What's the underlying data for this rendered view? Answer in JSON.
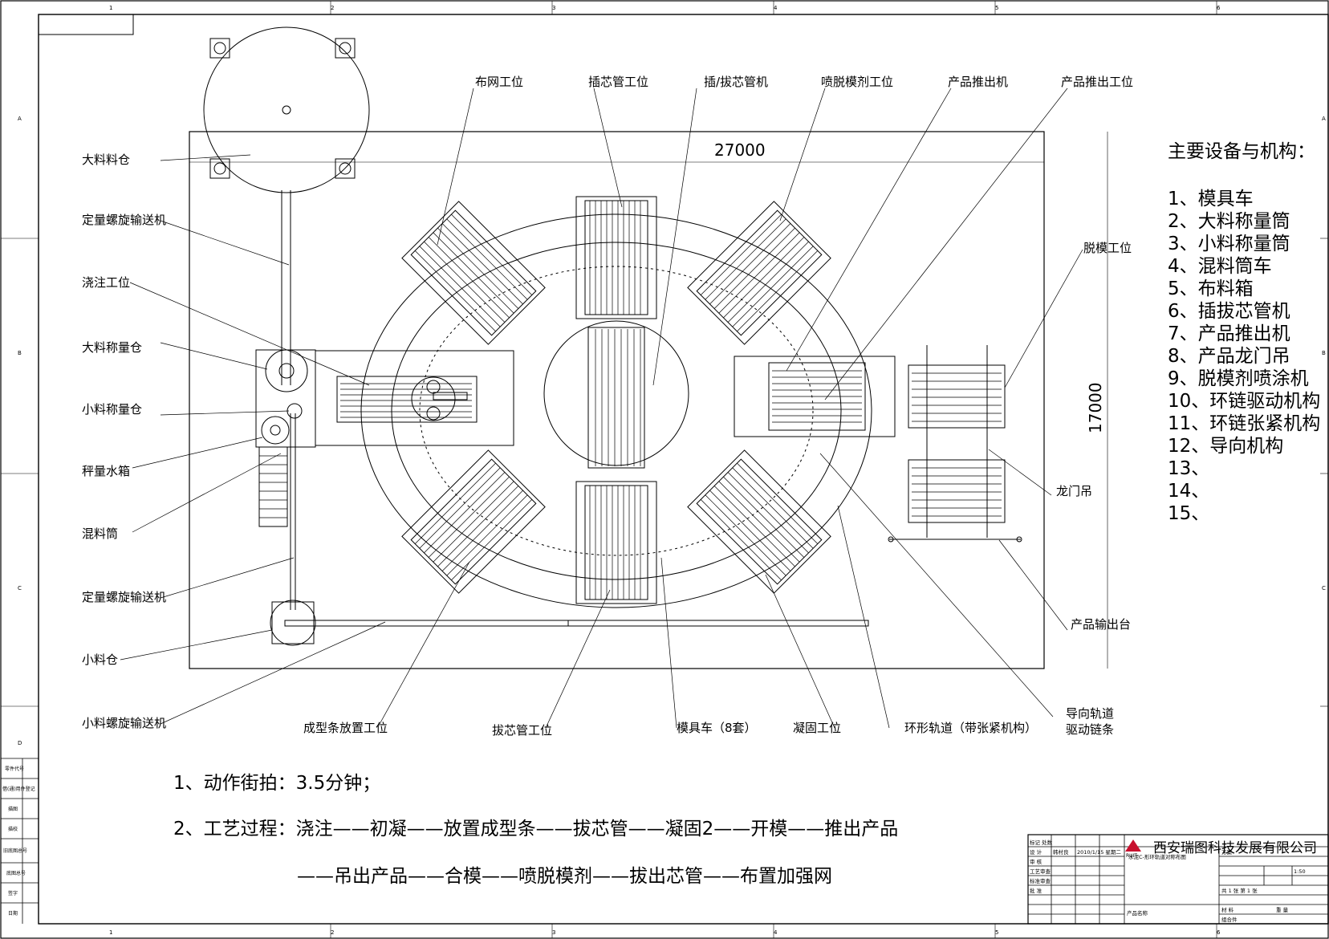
{
  "labels": {
    "big_silo": "大料料仓",
    "screw_top": "定量螺旋输送机",
    "pour": "浇注工位",
    "big_weigh": "大料称量仓",
    "small_weigh": "小料称量仓",
    "water_tank": "秤量水箱",
    "mixer": "混料筒",
    "screw_bottom": "定量螺旋输送机",
    "small_silo": "小料仓",
    "small_screw": "小料螺旋输送机",
    "mesh": "布网工位",
    "core_insert": "插芯管工位",
    "core_machine": "插/拔芯管机",
    "spray": "喷脱模剂工位",
    "pusher": "产品推出机",
    "push_station": "产品推出工位",
    "demold": "脱模工位",
    "gantry": "龙门吊",
    "output": "产品输出台",
    "guide_chain_1": "导向轨道",
    "guide_chain_2": "驱动链条",
    "strip": "成型条放置工位",
    "core_pull": "拔芯管工位",
    "mold_car": "模具车（8套）",
    "cure": "凝固工位",
    "track": "环形轨道（带张紧机构）"
  },
  "dimensions": {
    "width": "27000",
    "height": "17000"
  },
  "equipment": {
    "title": "主要设备与机构：",
    "items": [
      "1、模具车",
      "2、大料称量筒",
      "3、小料称量筒",
      "4、混料筒车",
      "5、布料箱",
      "6、插拔芯管机",
      "7、产品推出机",
      "8、产品龙门吊",
      "9、脱模剂喷涂机",
      "10、环链驱动机构",
      "11、环链张紧机构",
      "12、导向机构",
      "13、",
      "14、",
      "15、"
    ]
  },
  "notes": {
    "line1": "1、动作街拍：3.5分钟；",
    "line2": "2、工艺过程：浇注——初凝——放置成型条——拔芯管——凝固2——开模——推出产品",
    "line3": "——吊出产品——合模——喷脱模剂——拔出芯管——布置加强网"
  },
  "grid": {
    "top": [
      "1",
      "2",
      "3",
      "4",
      "5",
      "6"
    ],
    "side": [
      "A",
      "B",
      "C",
      "D"
    ]
  },
  "left_strip": [
    "零件代号",
    "借(通)用件登记",
    "描图",
    "描校",
    "旧底图总号",
    "底图总号",
    "签字",
    "日期"
  ],
  "title_block": {
    "company": "西安瑞图科技发展有限公司",
    "logo_text": "RUIT",
    "drawing_name": "水泥C-形环轨道对称布图",
    "rows": [
      "标记 处数",
      "设 计",
      "审 核",
      "工艺审查",
      "标准审查",
      "批 准"
    ],
    "name": "韩村良",
    "date": "2010/1/15 星期二",
    "scale": "1:50",
    "material": "材 料",
    "weight": "重 量",
    "sheet": "共 1 张 第 1 张",
    "code": "方案",
    "product_code": "产品名称",
    "assembly": "组合件"
  },
  "colors": {
    "line": "#000000",
    "background": "#ffffff"
  }
}
